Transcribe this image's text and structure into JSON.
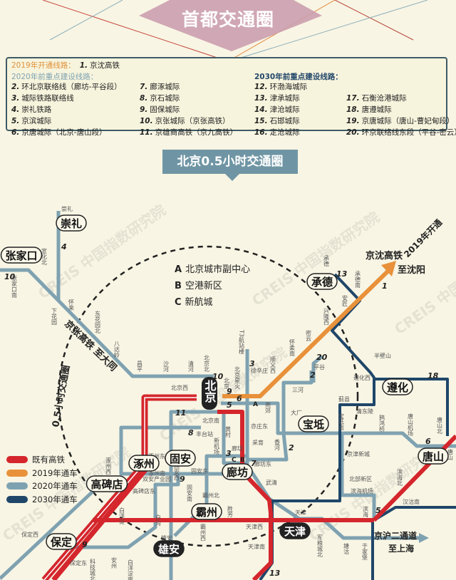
{
  "title": "首都交通圈",
  "legend_box": {
    "opened_2019_heading": "2019年开通线路：",
    "opened_2019": [
      {
        "num": "1.",
        "name": "京沈高铁"
      }
    ],
    "plan_2020_heading": "2020年前重点建设线路：",
    "plan_2020": [
      {
        "num": "2.",
        "name": "环北京联络线（廊坊-平谷段）"
      },
      {
        "num": "3.",
        "name": "城际铁路联络线"
      },
      {
        "num": "4.",
        "name": "崇礼铁路"
      },
      {
        "num": "5.",
        "name": "京滨城际"
      },
      {
        "num": "6.",
        "name": "京唐城际（北京-唐山段）"
      },
      {
        "num": "7.",
        "name": "廊涿城际"
      },
      {
        "num": "8.",
        "name": "京石城际"
      },
      {
        "num": "9.",
        "name": "固保城际"
      },
      {
        "num": "10.",
        "name": "京张城际（京张高铁）"
      },
      {
        "num": "11.",
        "name": "京雄商高铁（京九高铁）"
      }
    ],
    "plan_2030_heading": "2030年前重点建设线路：",
    "plan_2030": [
      {
        "num": "12.",
        "name": "环渤海城际"
      },
      {
        "num": "13.",
        "name": "津承城际"
      },
      {
        "num": "14.",
        "name": "津沧城际"
      },
      {
        "num": "15.",
        "name": "石邯城际"
      },
      {
        "num": "16.",
        "name": "定沧城际"
      },
      {
        "num": "17.",
        "name": "石衡沧港城际"
      },
      {
        "num": "18.",
        "name": "唐遵城际"
      },
      {
        "num": "19.",
        "name": "京唐城际（唐山-曹妃甸段）"
      },
      {
        "num": "20.",
        "name": "环京联络线东段（平谷-密云）"
      }
    ]
  },
  "banner": "北京0.5小时交通圈",
  "zones": [
    {
      "letter": "A",
      "name": "北京城市副中心"
    },
    {
      "letter": "B",
      "name": "空港新区"
    },
    {
      "letter": "C",
      "name": "新航城"
    }
  ],
  "line_legend": [
    {
      "label": "既有高铁",
      "color": "#d4262c"
    },
    {
      "label": "2019年通车",
      "color": "#e8913a"
    },
    {
      "label": "2020年通车",
      "color": "#7fa2b1"
    },
    {
      "label": "2030年通车",
      "color": "#1f4669"
    }
  ],
  "cities": [
    "崇礼",
    "张家口",
    "承德",
    "遵化",
    "宝坻",
    "唐山",
    "涿州",
    "高碑店",
    "固安",
    "廊坊",
    "霸州",
    "保定",
    "天津",
    "雄安",
    "北京"
  ],
  "stations": [
    "崇礼",
    "宣化北",
    "张家口南",
    "下花园",
    "怀来",
    "东花园北",
    "八达岭",
    "昌平",
    "沙河",
    "清河",
    "北京北",
    "北京西",
    "北京",
    "T3航站楼",
    "徐辛庄",
    "顺义西",
    "北京星火",
    "怀柔南",
    "密云",
    "平谷",
    "三河",
    "燕郊",
    "大厂",
    "亦庄东",
    "采育",
    "香河",
    "黄村",
    "廊坊",
    "新机场",
    "北京南",
    "丰台站",
    "固安东",
    "固安南",
    "固安西",
    "涿州东",
    "涿州西",
    "涿州南",
    "高碑店东",
    "白沟",
    "白洋淀",
    "霸州北",
    "霸州西",
    "雄安",
    "安州",
    "科技城北",
    "保定东",
    "保定西",
    "白洋淀南",
    "胜芳",
    "武清",
    "天津西",
    "天津",
    "天津南",
    "军粮城北",
    "塘沽",
    "于家堡",
    "滨海",
    "滨海机场",
    "北部新区",
    "京津新城",
    "宝坻南",
    "蓟县",
    "遵化西",
    "清东陵",
    "鸦鸿桥",
    "唐山机场",
    "唐山北",
    "唐山",
    "滨海北",
    "汉沽南",
    "半壁山",
    "承德",
    "承德南",
    "安匠",
    "兴隆西",
    "廊坊东",
    "雄县",
    "双安产业园"
  ],
  "line_numbers": [
    "4",
    "10",
    "10",
    "13",
    "1",
    "20",
    "3",
    "18",
    "6",
    "2",
    "2",
    "9",
    "6",
    "5",
    "11",
    "8",
    "3",
    "7",
    "9",
    "9",
    "5",
    "13",
    "A",
    "B",
    "C"
  ],
  "annotations": {
    "jingshen": "京沈高铁",
    "opened": "2019年开通",
    "to_shenyang": "至沈阳",
    "jingzhang": "京张高铁  至大同",
    "circle": "0.5小时交通圈",
    "jinghu2": "京沪二通道",
    "to_shanghai": "至上海"
  },
  "watermark": "CREIS 中国指数研究院"
}
